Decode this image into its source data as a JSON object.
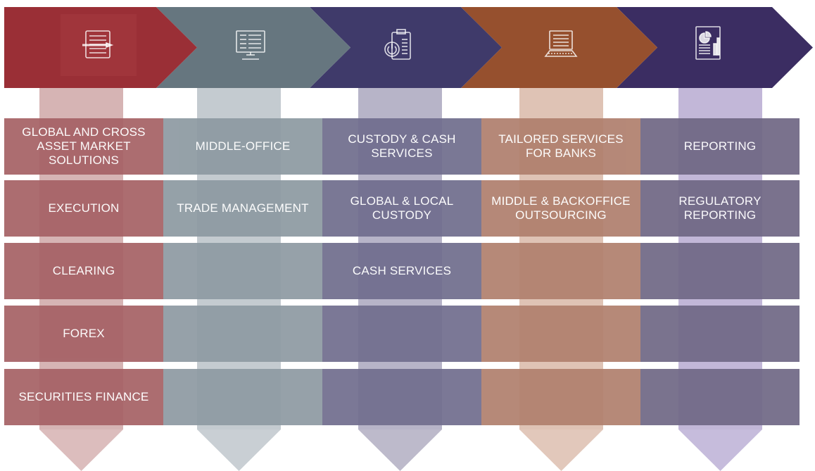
{
  "columns": [
    {
      "key": "global-markets",
      "header_color": "#9a2f36",
      "shaft_color": "#d6b4b4",
      "arrow_color": "#dcbdbd",
      "row_color": "#a66266",
      "icon": "document-pen-icon"
    },
    {
      "key": "middle-office",
      "header_color": "#66767f",
      "shaft_color": "#c4cbd0",
      "arrow_color": "#c9cfd4",
      "row_color": "#8e9aa2",
      "icon": "monitor-code-icon"
    },
    {
      "key": "custody-cash",
      "header_color": "#3f3a6a",
      "shaft_color": "#b7b4c8",
      "arrow_color": "#bdbacb",
      "row_color": "#716e8e",
      "icon": "clipboard-power-icon"
    },
    {
      "key": "bank-services",
      "header_color": "#96502e",
      "shaft_color": "#dfc3b5",
      "arrow_color": "#e2c8bb",
      "row_color": "#b0806e",
      "icon": "laptop-icon"
    },
    {
      "key": "reporting",
      "header_color": "#3b2d62",
      "shaft_color": "#c2b7d8",
      "arrow_color": "#c6bcdc",
      "row_color": "#706885",
      "icon": "report-chart-icon"
    }
  ],
  "rows": [
    {
      "cells": [
        "GLOBAL AND CROSS\nASSET MARKET\nSOLUTIONS",
        "MIDDLE-OFFICE",
        "CUSTODY & CASH\nSERVICES",
        "TAILORED SERVICES\nFOR BANKS",
        "REPORTING"
      ]
    },
    {
      "cells": [
        "EXECUTION",
        "TRADE MANAGEMENT",
        "GLOBAL & LOCAL\nCUSTODY",
        "MIDDLE & BACKOFFICE\nOUTSOURCING",
        "REGULATORY\nREPORTING"
      ]
    },
    {
      "cells": [
        "CLEARING",
        "",
        "CASH SERVICES",
        "",
        ""
      ]
    },
    {
      "cells": [
        "FOREX",
        "",
        "",
        "",
        ""
      ]
    },
    {
      "cells": [
        "SECURITIES FINANCE",
        "",
        "",
        "",
        ""
      ]
    }
  ]
}
